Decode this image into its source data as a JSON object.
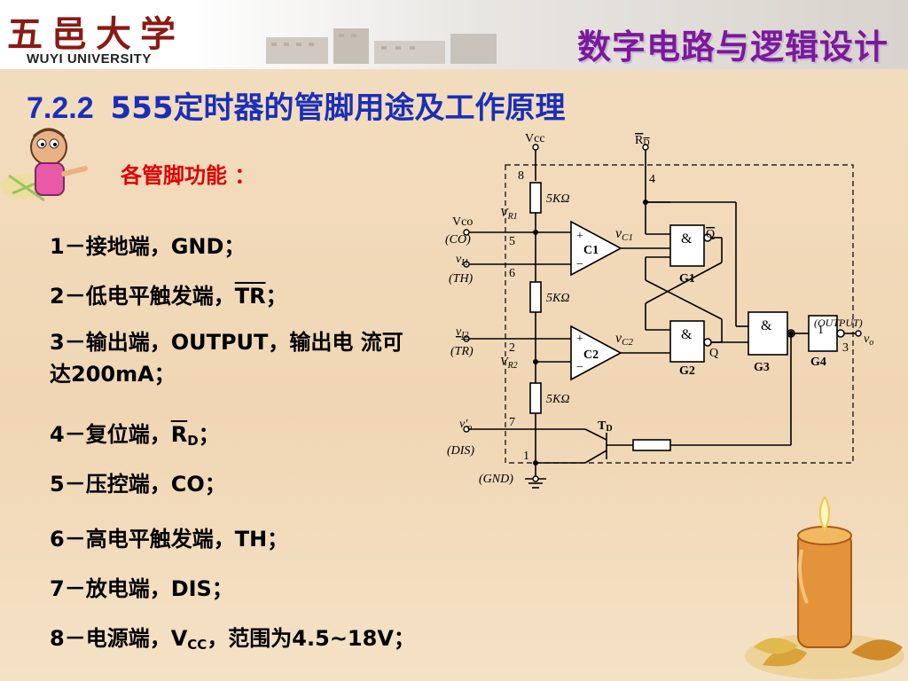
{
  "header": {
    "logo_cn": "五邑大学",
    "logo_en": "WUYI UNIVERSITY",
    "course_title": "数字电路与逻辑设计"
  },
  "title": {
    "number": "7.2.2",
    "text": "555定时器的管脚用途及工作原理"
  },
  "subtitle": "各管脚功能 ：",
  "pins": {
    "p1": {
      "lead": "1－接地端，",
      "name": "GND",
      "tail": "；"
    },
    "p2": {
      "lead": "2－低电平触发端，",
      "name": "TR",
      "tail": "；"
    },
    "p3": {
      "text": "3－输出端，OUTPUT，输出电   流可达200mA；"
    },
    "p4": {
      "lead": "4－复位端，",
      "name": "R",
      "sub": "D",
      "tail": "；"
    },
    "p5": {
      "lead": "5－压控端，",
      "name": "CO",
      "tail": "；"
    },
    "p6": {
      "lead": "6－高电平触发端，",
      "name": "TH",
      "tail": "；"
    },
    "p7": {
      "lead": "7－放电端，",
      "name": "DIS",
      "tail": "；"
    },
    "p8": {
      "lead": "8－电源端，",
      "name": "V",
      "sub": "CC",
      "tail": "，范围为4.5~18V；"
    }
  },
  "circuit": {
    "vcc": "Vcc",
    "rd": "R",
    "rd_sub": "D",
    "pin_labels": [
      "8",
      "4",
      "5",
      "6",
      "2",
      "7",
      "1",
      "3"
    ],
    "resistor_label": "5KΩ",
    "vco": "Vco",
    "co": "(CO)",
    "vi1": "v",
    "vi1_sub": "I1",
    "th": "(TH)",
    "vi2": "v",
    "vi2_sub": "I2",
    "tr": "(TR)",
    "vr1": "V",
    "vr1_sub": "R1",
    "vr2": "V",
    "vr2_sub": "R2",
    "vc1": "v",
    "vc1_sub": "C1",
    "vc2": "v",
    "vc2_sub": "C2",
    "c1": "C1",
    "c2": "C2",
    "g1": "G1",
    "g2": "G2",
    "g3": "G3",
    "g4": "G4",
    "and": "&",
    "one": "1",
    "q": "Q",
    "qbar": "Q",
    "plus": "+",
    "minus": "−",
    "output": "(OUTPUT)",
    "vo": "v",
    "vo_sub": "o",
    "vo_prime": "v′",
    "vo_prime_sub": "o",
    "dis": "(DIS)",
    "gnd": "(GND)",
    "td": "T",
    "td_sub": "D"
  },
  "colors": {
    "title_blue": "#1a2fb8",
    "subtitle_red": "#e00000",
    "course_purple": "#7a1a9a",
    "logo_red": "#8a1a14"
  }
}
